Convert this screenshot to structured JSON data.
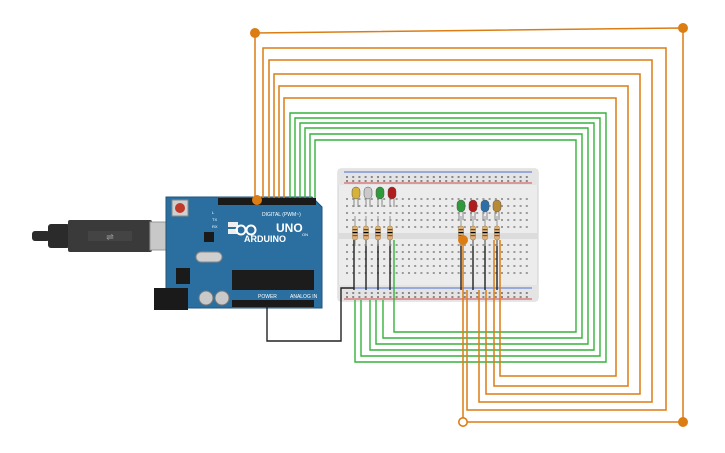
{
  "board": {
    "brand": "ARDUINO",
    "model": "UNO",
    "digital_header_label": "DIGITAL (PWM~)",
    "power_label": "POWER",
    "analog_label": "ANALOG IN",
    "tx_label": "TX",
    "rx_label": "RX",
    "l_label": "L",
    "on_label": "ON"
  },
  "leds_left": [
    "#d7b23a",
    "#c9c9c9",
    "#2f9a3b",
    "#b11d1d"
  ],
  "leds_right": [
    "#2f9a3b",
    "#b11d1d",
    "#2e6fa8",
    "#b88a35"
  ],
  "colors": {
    "orange_wire": "#dc7d14",
    "green_wire": "#36b23b",
    "black_wire": "#222222",
    "board_blue": "#2b6fa0",
    "breadboard": "#ececec",
    "rail_red": "#d34b4b",
    "rail_blue": "#4b6fd3"
  }
}
